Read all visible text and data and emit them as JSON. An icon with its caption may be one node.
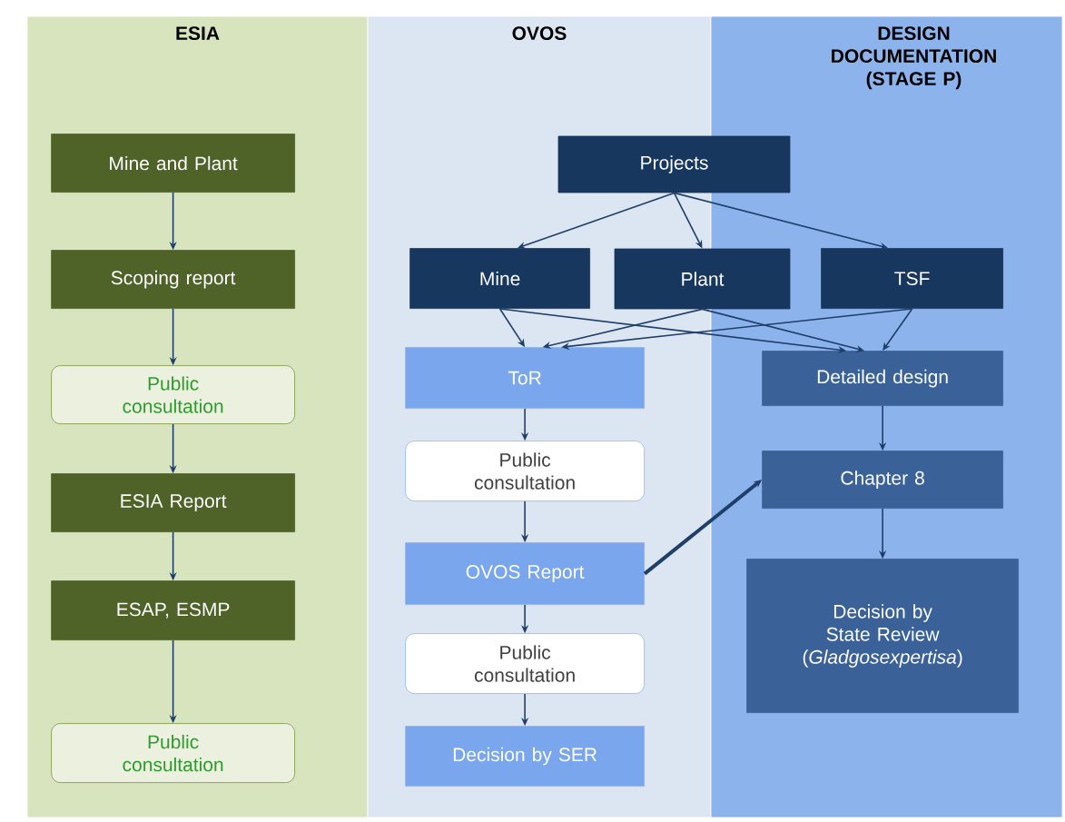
{
  "diagram": {
    "nodes": [
      {
        "text": [
          "ESIA"
        ]
      },
      {
        "text": [
          "Mine and Plant"
        ],
        "in": 0
      },
      {
        "text": [
          "Scoping report"
        ],
        "in": 0
      },
      {
        "text": [
          "Public consultation"
        ],
        "in": 0
      },
      {
        "text": [
          "ESIA Report"
        ],
        "in": 0
      },
      {
        "text": [
          "ESAP, ESMP"
        ],
        "in": 0
      },
      {
        "text": [
          "Public consultation"
        ],
        "in": 0
      },
      {
        "text": [
          "OVOS"
        ]
      },
      {
        "text": [
          "DESIGN DOCUMENTATION (STAGE P)"
        ]
      },
      {
        "text": [
          "Projects"
        ]
      },
      {
        "text": [
          "Mine"
        ],
        "in": 7
      },
      {
        "text": [
          "Plant"
        ]
      },
      {
        "text": [
          "TSF"
        ],
        "in": 8
      },
      {
        "text": [
          "ToR"
        ],
        "in": 7
      },
      {
        "text": [
          "Public consultation"
        ],
        "in": 7
      },
      {
        "text": [
          "OVOS Report"
        ],
        "in": 7
      },
      {
        "text": [
          "Public consultation"
        ],
        "in": 7
      },
      {
        "text": [
          "Decision by SER"
        ],
        "in": 7
      },
      {
        "text": [
          "Detailed design"
        ],
        "in": 8
      },
      {
        "text": [
          "Chapter 8"
        ],
        "in": 8
      },
      {
        "text": [
          "Decision by State Review (*Gladgosexpertisa*)"
        ],
        "in": 8
      }
    ],
    "edges": [
      {
        "from": 1,
        "to": 2,
        "arrow": "to"
      },
      {
        "from": 2,
        "to": 3,
        "arrow": "to"
      },
      {
        "from": 3,
        "to": 4,
        "arrow": "to"
      },
      {
        "from": 4,
        "to": 5,
        "arrow": "to"
      },
      {
        "from": 5,
        "to": 6,
        "arrow": "to"
      },
      {
        "from": 9,
        "to": 10,
        "arrow": "to"
      },
      {
        "from": 9,
        "to": 11,
        "arrow": "to"
      },
      {
        "from": 9,
        "to": 12,
        "arrow": "to"
      },
      {
        "from": 10,
        "to": 13,
        "arrow": "to"
      },
      {
        "from": 10,
        "to": 18,
        "arrow": "to"
      },
      {
        "from": 11,
        "to": 13,
        "arrow": "to"
      },
      {
        "from": 11,
        "to": 18,
        "arrow": "to"
      },
      {
        "from": 12,
        "to": 13,
        "arrow": "to"
      },
      {
        "from": 12,
        "to": 18,
        "arrow": "to"
      },
      {
        "from": 13,
        "to": 14,
        "arrow": "to"
      },
      {
        "from": 14,
        "to": 15,
        "arrow": "to"
      },
      {
        "from": 15,
        "to": 16,
        "arrow": "to"
      },
      {
        "from": 16,
        "to": 17,
        "arrow": "to"
      },
      {
        "from": 15,
        "to": 19,
        "arrow": "to",
        "style": "thick"
      },
      {
        "from": 18,
        "to": 19,
        "arrow": "to"
      },
      {
        "from": 19,
        "to": 20,
        "arrow": "to"
      }
    ]
  }
}
